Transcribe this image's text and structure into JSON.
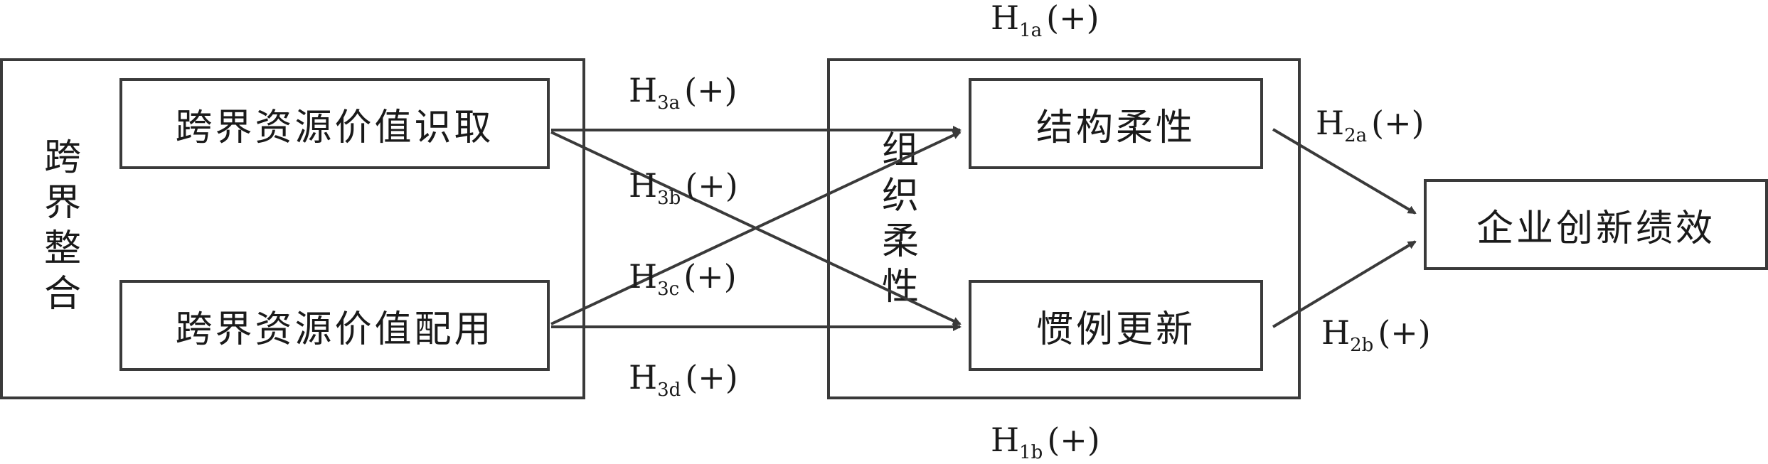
{
  "left_group": {
    "label_chars": [
      "跨",
      "界",
      "整",
      "合"
    ],
    "item_top": "跨界资源价值识取",
    "item_bottom": "跨界资源价值配用"
  },
  "middle_group": {
    "label_chars": [
      "组",
      "织",
      "柔",
      "性"
    ],
    "item_top": "结构柔性",
    "item_bottom": "惯例更新"
  },
  "outcome": {
    "label": "企业创新绩效"
  },
  "hypotheses": {
    "h1a": {
      "base": "H",
      "sub": "1a",
      "sign": "(+)"
    },
    "h1b": {
      "base": "H",
      "sub": "1b",
      "sign": "(+)"
    },
    "h2a": {
      "base": "H",
      "sub": "2a",
      "sign": "(+)"
    },
    "h2b": {
      "base": "H",
      "sub": "2b",
      "sign": "(+)"
    },
    "h3a": {
      "base": "H",
      "sub": "3a",
      "sign": "(+)"
    },
    "h3b": {
      "base": "H",
      "sub": "3b",
      "sign": "(+)"
    },
    "h3c": {
      "base": "H",
      "sub": "3c",
      "sign": "(+)"
    },
    "h3d": {
      "base": "H",
      "sub": "3d",
      "sign": "(+)"
    }
  },
  "colors": {
    "stroke": "#3a3a3a",
    "text": "#1a1a1a"
  }
}
